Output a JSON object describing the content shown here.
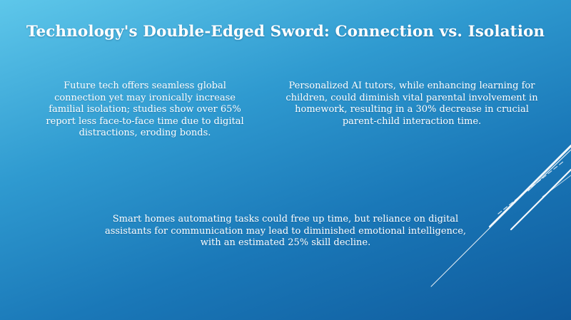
{
  "slide": {
    "title": "Technology's Double-Edged Sword: Connection vs. Isolation",
    "paragraphs": [
      "Future tech offers seamless global connection yet may ironically increase familial isolation; studies show over 65% report less face-to-face time due to digital distractions, eroding bonds.",
      "Personalized AI tutors, while enhancing learning for children, could diminish vital parental involvement in homework, resulting in a 30% decrease in crucial parent-child interaction time.",
      "Smart homes automating tasks could free up time, but reliance on digital assistants for communication may lead to diminished emotional intelligence, with an estimated 25% skill decline."
    ]
  },
  "colors": {
    "background_top": "#5ec7ea",
    "background_bottom": "#0f5a9c",
    "text": "#ffffff"
  }
}
